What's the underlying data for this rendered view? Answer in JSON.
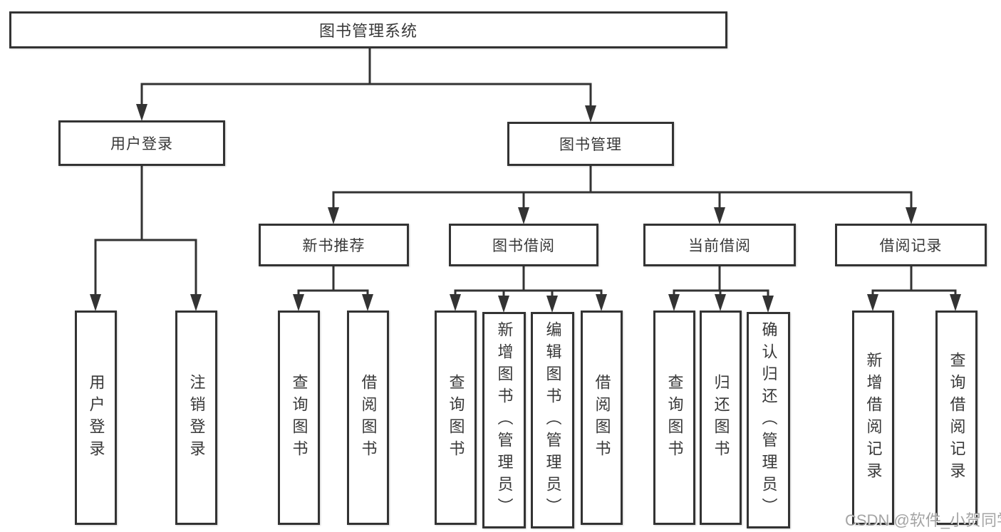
{
  "colors": {
    "line": "#333333",
    "text": "#383838",
    "background": "#ffffff",
    "watermark_text": "#949494"
  },
  "tree": {
    "root": {
      "label": "图书管理系统"
    },
    "level2": [
      {
        "label": "用户登录",
        "children": [
          {
            "label": "用户登录"
          },
          {
            "label": "注销登录"
          }
        ]
      },
      {
        "label": "图书管理",
        "children": [
          {
            "label": "新书推荐",
            "children": [
              {
                "label": "查询图书"
              },
              {
                "label": "借阅图书"
              }
            ]
          },
          {
            "label": "图书借阅",
            "children": [
              {
                "label": "查询图书"
              },
              {
                "label": "新增图书（管理员）"
              },
              {
                "label": "编辑图书（管理员）"
              },
              {
                "label": "借阅图书"
              }
            ]
          },
          {
            "label": "当前借阅",
            "children": [
              {
                "label": "查询图书"
              },
              {
                "label": "归还图书"
              },
              {
                "label": "确认归还（管理员）"
              }
            ]
          },
          {
            "label": "借阅记录",
            "children": [
              {
                "label": "新增借阅记录"
              },
              {
                "label": "查询借阅记录"
              }
            ]
          }
        ]
      }
    ]
  },
  "watermark": {
    "text": "CSDN @软件_小贺同学"
  }
}
